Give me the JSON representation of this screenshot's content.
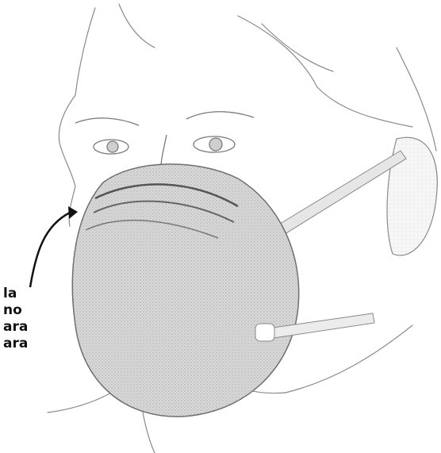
{
  "illustration": {
    "subject": "face-mask-illustration",
    "caption_lines": [
      "la",
      "no",
      "ara",
      "ara"
    ],
    "colors": {
      "line": "#6f6f6f",
      "mask_fill": "#d6d6d6",
      "mask_shade": "#bdbdbd",
      "strap": "#e2e2e2",
      "arrow": "#111111"
    }
  }
}
